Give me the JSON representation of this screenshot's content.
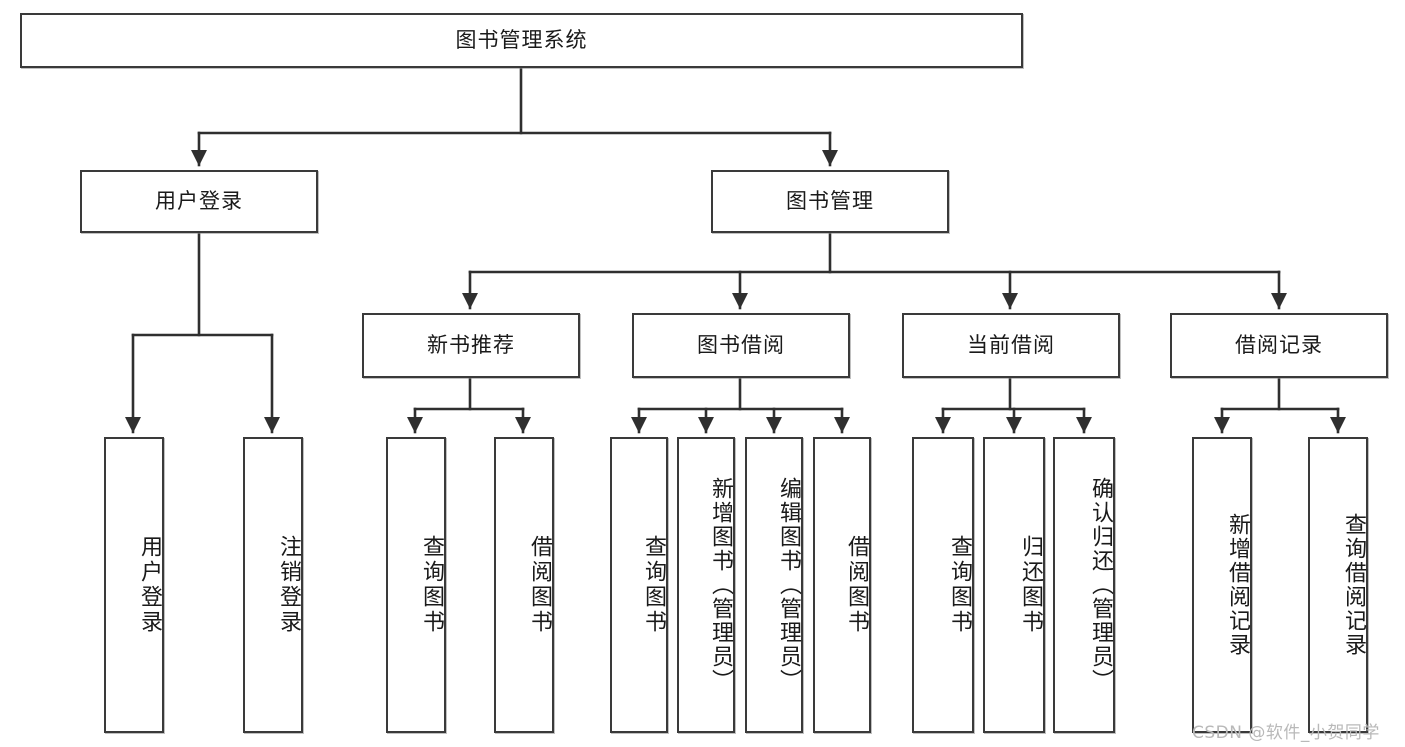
{
  "diagram": {
    "type": "hierarchy-tree",
    "title": "图书管理系统",
    "watermark": "CSDN @软件_小贺同学",
    "colors": {
      "box_stroke": "#3a3a3a",
      "box_fill": "#ffffff",
      "connector": "#2f2f2f",
      "text": "#1a1a1a",
      "watermark": "#b9b9b9"
    },
    "levels": {
      "root": "图书管理系统",
      "level2": [
        "用户登录",
        "图书管理"
      ],
      "level3": [
        "新书推荐",
        "图书借阅",
        "当前借阅",
        "借阅记录"
      ]
    },
    "nodes": {
      "root": {
        "label": "图书管理系统"
      },
      "user_login": {
        "label": "用户登录"
      },
      "book_manage": {
        "label": "图书管理"
      },
      "new_book_rec": {
        "label": "新书推荐"
      },
      "book_borrow": {
        "label": "图书借阅"
      },
      "current_borrow": {
        "label": "当前借阅"
      },
      "borrow_record": {
        "label": "借阅记录"
      }
    },
    "leaves": {
      "user_login": [
        {
          "label": "用户登录"
        },
        {
          "label": "注销登录"
        }
      ],
      "new_book_rec": [
        {
          "label": "查询图书"
        },
        {
          "label": "借阅图书"
        }
      ],
      "book_borrow": [
        {
          "label": "查询图书"
        },
        {
          "label": "新增图书（管理员）"
        },
        {
          "label": "编辑图书（管理员）"
        },
        {
          "label": "借阅图书"
        }
      ],
      "current_borrow": [
        {
          "label": "查询图书"
        },
        {
          "label": "归还图书"
        },
        {
          "label": "确认归还（管理员）"
        }
      ],
      "borrow_record": [
        {
          "label": "新增借阅记录"
        },
        {
          "label": "查询借阅记录"
        }
      ]
    }
  }
}
